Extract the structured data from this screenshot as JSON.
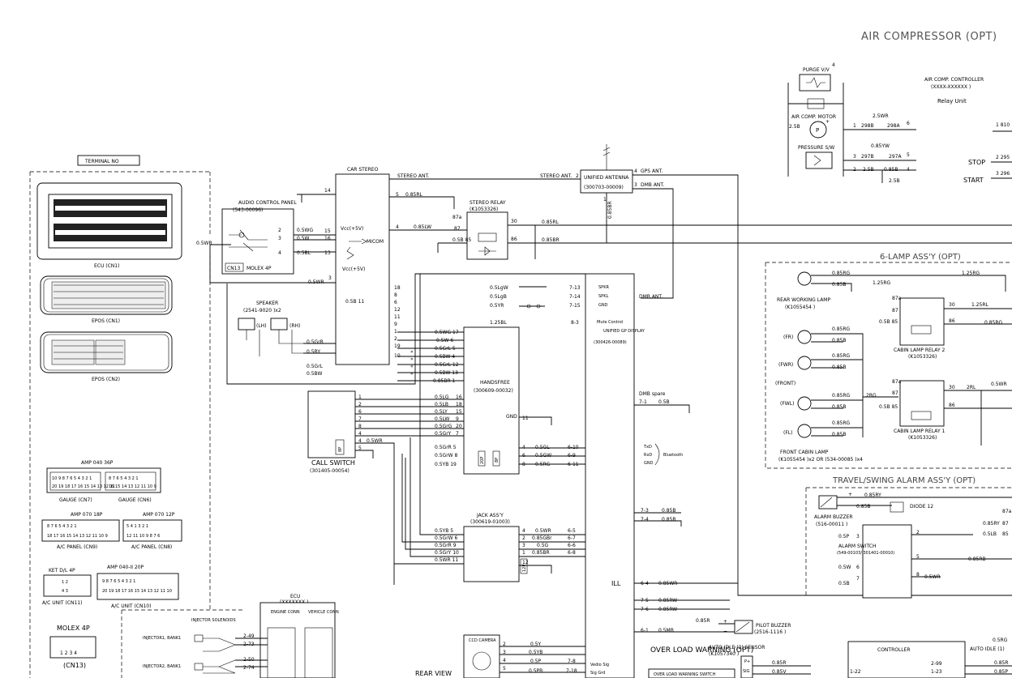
{
  "titles": {
    "air_compressor": "AIR COMPRESSOR (OPT)",
    "six_lamp": "6-LAMP ASS'Y (OPT)",
    "travel_alarm": "TRAVEL/SWING ALARM ASS'Y (OPT)"
  },
  "terminal": {
    "header": "TERMINAL NO",
    "ecu_cn1": "ECU (CN1)",
    "epos_cn1": "EPOS (CN1)",
    "epos_cn2": "EPOS (CN2)",
    "amp040_36p": "AMP 040 36P",
    "gauge_cn7": "GAUGE (CN7)",
    "gauge_cn6": "GAUGE (CN6)",
    "amp070_18p": "AMP 070 18P",
    "amp070_12p": "AMP 070 12P",
    "ac_panel_cn9": "A/C PANEL (CN9)",
    "ac_panel_cn8": "A/C PANEL (CN8)",
    "ket_4p": "KET D/L 4P",
    "ac_unit_cn11": "A/C UNIT (CN11)",
    "amp040ii_20p": "AMP 040-II 20P",
    "ac_unit_cn10": "A/C UNIT (CN10)",
    "molex_4p": "MOLEX 4P",
    "cn13": "(CN13)"
  },
  "audio": {
    "title": "AUDIO CONTROL PANEL",
    "part": "(543-00096)",
    "connector": "CN13",
    "molex": "MOLEX 4P",
    "speaker": "SPEAKER",
    "speaker_part": "(2541-9020 )x2",
    "lh": "(LH)",
    "rh": "(RH)"
  },
  "car_stereo": {
    "title": "CAR STEREO",
    "vcc1": "Vcc(+5V)",
    "micom": "MICOM",
    "vcc2": "Vcc(+5V)",
    "stereo_ant": "STEREO ANT."
  },
  "stereo_relay": {
    "title": "STEREO RELAY",
    "part": "(K1053326)"
  },
  "antenna": {
    "title": "UNIFIED ANTENNA",
    "part": "(300703-00009)",
    "gps": "GPS ANT.",
    "dmb": "DMB ANT."
  },
  "gp_display": {
    "title": "UNIFIED GP DISPLAY",
    "part": "(300426-00089)",
    "spkr": "SPKR",
    "spkl": "SPKL",
    "gnd": "GND",
    "mute": "Mute Control",
    "dmb_ant": "DMB ANT.",
    "dmb_spare": "DMB spare",
    "txd": "TxD",
    "rxd": "RxD",
    "gnd2": "GND",
    "bluetooth": "Bluetooth",
    "ill": "ILL",
    "video": "Vedio Sig",
    "sig_gnd": "Sig Grd"
  },
  "handsfree": {
    "title": "HANDSFREE",
    "part": "(300609-00032)",
    "gnd": "GND",
    "conn_a": "20P",
    "conn_b": "8P"
  },
  "call_switch": {
    "title": "CALL SWITCH",
    "part": "(301405-00054)",
    "conn": "8P"
  },
  "jack": {
    "title": "JACK ASS'Y",
    "part": "(300619-01003)",
    "conn": "12P"
  },
  "ecu_block": {
    "title": "ECU",
    "part": "(XXXXXXX )",
    "engine": "ENGINE CONN",
    "vehicle": "VEHICLE CONN",
    "solenoids": "INJECTOR SOLENOIDS",
    "inj1": "INJECTOR1, BANK1",
    "inj2": "INJECTOR2, BANK1"
  },
  "rear_view": {
    "title": "REAR VIEW",
    "ccd": "CCD CAMERA"
  },
  "air_comp": {
    "purge": "PURGE V/V",
    "motor": "AIR COMP. MOTOR",
    "pressure": "PRESSURE S/W",
    "controller": "AIR COMP. CONTROLLER",
    "controller_part": "(XXXX-XXXXXX )",
    "relay_unit": "Relay Unit",
    "stop": "STOP",
    "start": "START"
  },
  "lamps": {
    "rear_working": "REAR WORKING LAMP",
    "rear_part": "(K1055454 )",
    "fr": "(FR)",
    "fwr": "(FWR)",
    "front": "(FRONT)",
    "fwl": "(FWL)",
    "fl": "(FL)",
    "front_cabin": "FRONT CABIN LAMP",
    "front_cabin_part": "(K1055454 )x2 OR (534-00085 )x4",
    "relay2": "CABIN LAMP RELAY 2",
    "relay1": "CABIN LAMP RELAY 1",
    "relay_part": "(K1053326)"
  },
  "alarm": {
    "buzzer": "ALARM BUZZER",
    "buzzer_part": "(516-00011 )",
    "diode": "DIODE 12",
    "switch": "ALARM SWITCH",
    "switch_part": "(549-00103/ 301401-00010)"
  },
  "bottom": {
    "pilot_buzzer": "PILOT BUZZER",
    "pilot_part": "(2516-1116 )",
    "overload": "OVER LOAD WARNING (OPT)",
    "auto_idle_sensor": "AUTO IDLE (2) SENSOR",
    "auto_idle_part": "(K1057340 )",
    "controller": "CONTROLLER",
    "auto_idle_1": "AUTO IDLE (1)",
    "ow_switch": "OVER LOAD WARNING SWITCH"
  },
  "wires": {
    "w_05wr": "0.5WR",
    "w_05wg": "0.5WG",
    "w_05w": "0.5W",
    "w_05bl": "0.5BL",
    "w_05rl": "0.85RL",
    "w_085lw": "0.85LW",
    "w_085rl": "0.85RL",
    "w_085br": "0.85BR",
    "w_085br_v": "0.85BR",
    "w_05b": "0.5B",
    "w_05grr": "0.5GrR",
    "w_05by": "0.5BY",
    "w_05grl": "0.5GrL",
    "w_05bw": "0.5BW",
    "w_05lgw": "0.5LgW",
    "w_05lgb": "0.5LgB",
    "w_05yr": "0.5YR",
    "w_125bl": "1.25BL",
    "w_25wr": "2.5WR",
    "w_085yw": "0.85YW",
    "w_25b": "2.5B",
    "w_085b": "0.85B",
    "w_085rg": "0.85RG",
    "w_125rg": "1.25RG",
    "w_125rl": "1.25RL",
    "w_2rg": "2RG",
    "w_2rl": "2RL",
    "w_085ry": "0.85RY",
    "w_085wr": "0.85WR",
    "w_085rw": "0.85RW",
    "w_05mb": "0.5MB",
    "w_085r": "0.85R",
    "w_085v": "0.85V"
  }
}
